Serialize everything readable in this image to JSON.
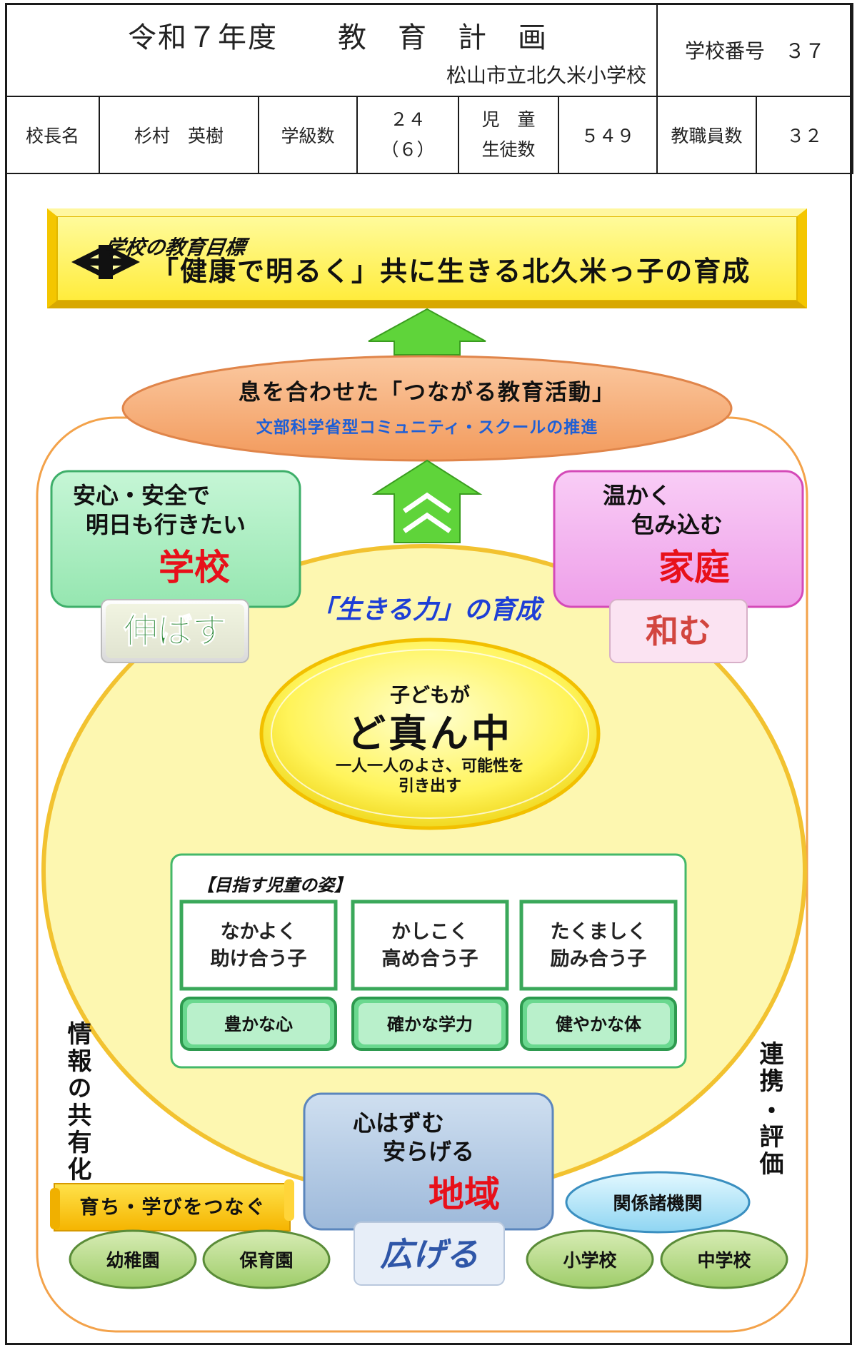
{
  "header": {
    "title": "令和７年度　　教　育　計　画",
    "school_name": "松山市立北久米小学校",
    "school_number_label": "学校番号　３７",
    "principal_label": "校長名",
    "principal_name": "杉村　英樹",
    "classes_label": "学級数",
    "classes_value_1": "２４",
    "classes_value_2": "（６）",
    "students_label_1": "児　童",
    "students_label_2": "生徒数",
    "students_value": "５４９",
    "staff_label": "教職員数",
    "staff_value": "３２"
  },
  "goal": {
    "label": "学校の教育目標",
    "text": "「健康で明るく」共に生きる北久米っ子の育成"
  },
  "activity": {
    "title": "息を合わせた「つながる教育活動」",
    "subtitle": "文部科学省型コミュニティ・スクールの推進"
  },
  "ikiru": "「生きる力」の育成",
  "center": {
    "line1": "子どもが",
    "line2": "ど真ん中",
    "line3": "一人一人のよさ、可能性を",
    "line4": "引き出す"
  },
  "school_box": {
    "line1": "安心・安全で",
    "line2": "明日も行きたい",
    "name": "学校",
    "action": "伸ばす"
  },
  "home_box": {
    "line1": "温かく",
    "line2": "包み込む",
    "name": "家庭",
    "action": "和む"
  },
  "community_box": {
    "line1": "心はずむ",
    "line2": "安らげる",
    "name": "地域",
    "action": "広げる"
  },
  "aims": {
    "title": "【目指す児童の姿】",
    "items": [
      {
        "line1": "なかよく",
        "line2": "助け合う子",
        "quality": "豊かな心"
      },
      {
        "line1": "かしこく",
        "line2": "高め合う子",
        "quality": "確かな学力"
      },
      {
        "line1": "たくましく",
        "line2": "励み合う子",
        "quality": "健やかな体"
      }
    ]
  },
  "side_left": "情報の共有化",
  "side_right_1": "連携",
  "side_right_dot": "・",
  "side_right_2": "評価",
  "banner": "育ち・学びをつなぐ",
  "orgs": {
    "related": "関係諸機関",
    "kindergarten": "幼稚園",
    "nursery": "保育園",
    "elementary": "小学校",
    "junior_high": "中学校"
  },
  "colors": {
    "goal_fill": "#fff36b",
    "goal_border": "#f2c200",
    "arrow_green": "#5fd43a",
    "ellipse_orange": "#f7a66f",
    "big_circle": "#fdf7b0",
    "school_green": "#a9efc3",
    "home_pink": "#f4b5f1",
    "community_blue": "#b5cce6",
    "red_text": "#e8101a",
    "blue_text": "#1e3fd6"
  }
}
